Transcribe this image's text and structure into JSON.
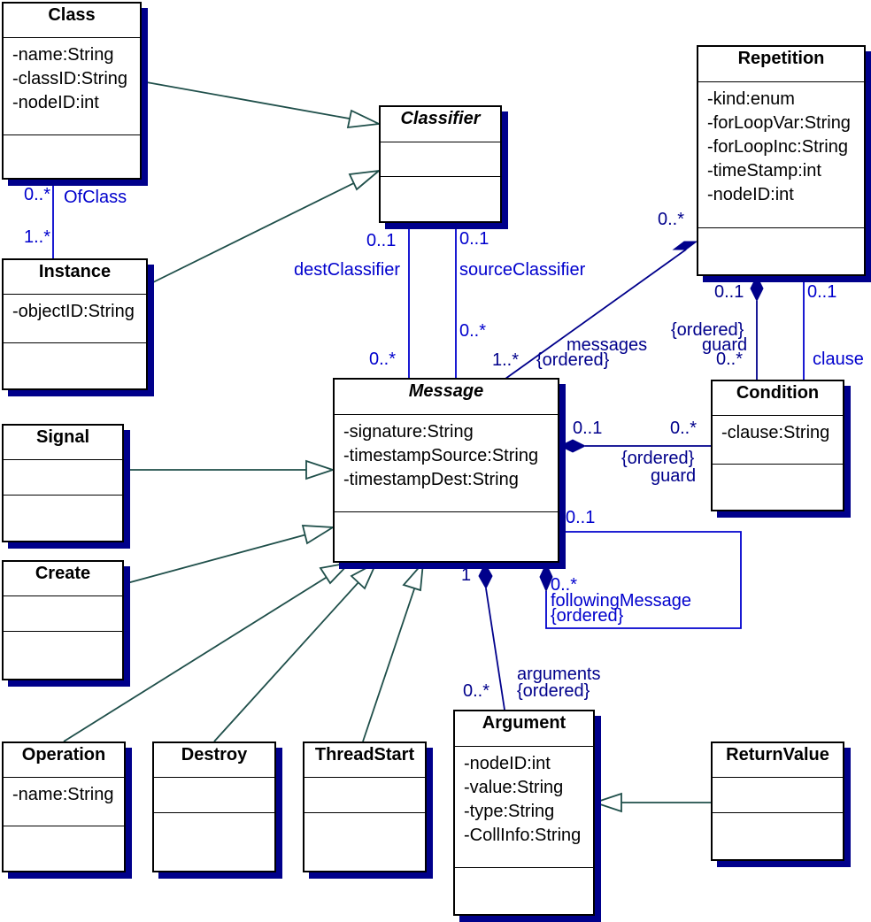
{
  "classes": {
    "class": {
      "name": "Class",
      "attributes": [
        "-name:String",
        "-classID:String",
        "-nodeID:int"
      ]
    },
    "classifier": {
      "name": "Classifier",
      "attributes": []
    },
    "repetition": {
      "name": "Repetition",
      "attributes": [
        "-kind:enum",
        "-forLoopVar:String",
        "-forLoopInc:String",
        "-timeStamp:int",
        "-nodeID:int"
      ]
    },
    "instance": {
      "name": "Instance",
      "attributes": [
        "-objectID:String"
      ]
    },
    "message": {
      "name": "Message",
      "attributes": [
        "-signature:String",
        "-timestampSource:String",
        "-timestampDest:String"
      ]
    },
    "condition": {
      "name": "Condition",
      "attributes": [
        "-clause:String"
      ]
    },
    "signal": {
      "name": "Signal",
      "attributes": []
    },
    "create": {
      "name": "Create",
      "attributes": []
    },
    "operation": {
      "name": "Operation",
      "attributes": [
        "-name:String"
      ]
    },
    "destroy": {
      "name": "Destroy",
      "attributes": []
    },
    "thread_start": {
      "name": "ThreadStart",
      "attributes": []
    },
    "argument": {
      "name": "Argument",
      "attributes": [
        "-nodeID:int",
        "-value:String",
        "-type:String",
        "-CollInfo:String"
      ]
    },
    "return_value": {
      "name": "ReturnValue",
      "attributes": []
    }
  },
  "labels": {
    "class_instance_mult_class": "0..*",
    "class_instance_role": "OfClass",
    "class_instance_mult_instance": "1..*",
    "dest_mult_classifier": "0..1",
    "dest_role": "destClassifier",
    "dest_mult_message": "0..*",
    "source_mult_classifier": "0..1",
    "source_role": "sourceClassifier",
    "source_mult_message": "0..*",
    "rep_msg_mult_rep": "0..*",
    "rep_msg_mult_msg": "1..*",
    "rep_msg_role": "messages",
    "rep_msg_ordered": "{ordered}",
    "rep_cond_mult_rep": "0..1",
    "rep_cond_ordered": "{ordered}",
    "rep_cond_guard": "guard",
    "rep_cond_mult_cond": "0..*",
    "clause_mult": "0..1",
    "clause_role": "clause",
    "msg_cond_mult_msg": "0..1",
    "msg_cond_mult_cond": "0..*",
    "msg_cond_ordered": "{ordered}",
    "msg_cond_guard": "guard",
    "self_mult_top": "0..1",
    "self_mult_bottom": "0..*",
    "self_role": "followingMessage",
    "self_ordered": "{ordered}",
    "arg_mult_msg": "1",
    "arg_role": "arguments",
    "arg_ordered": "{ordered}",
    "arg_mult_arg": "0..*"
  },
  "colors": {
    "line": "#1f4f4a",
    "assoc": "#0000cd",
    "navy": "#00008b",
    "shadow": "#00008b"
  }
}
